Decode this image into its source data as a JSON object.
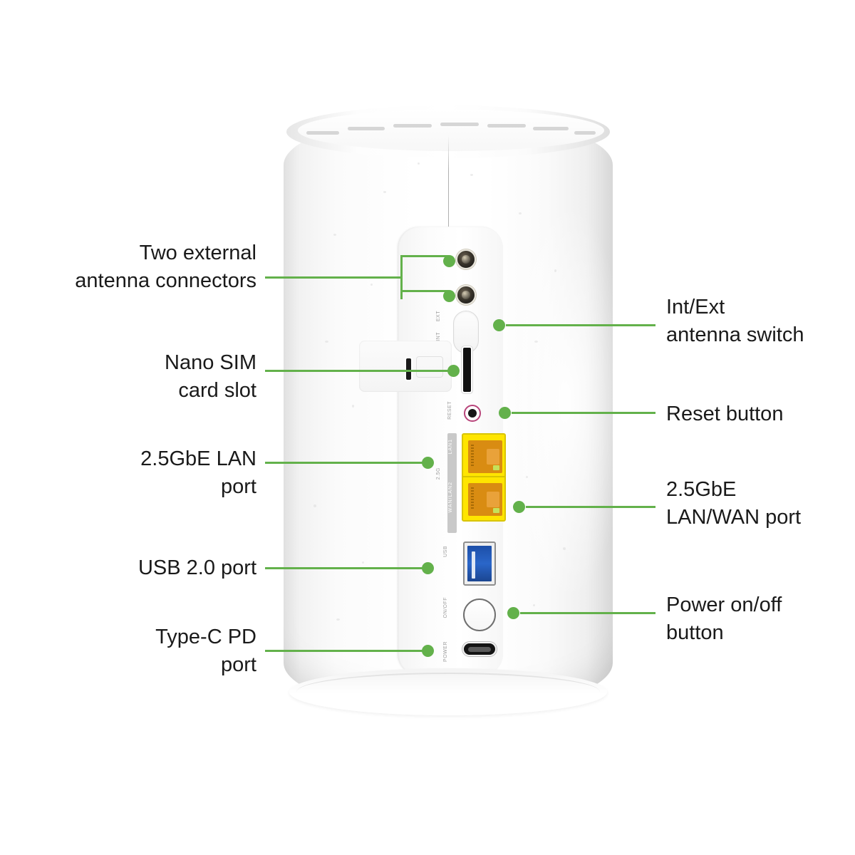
{
  "diagram": {
    "title": "5G router rear port callout diagram",
    "accent_color": "#63b14b",
    "background_color": "#ffffff",
    "text_color": "#1a1a1a"
  },
  "callouts": {
    "left": [
      {
        "id": "antenna-connectors",
        "text": "Two external\nantenna connectors"
      },
      {
        "id": "nano-sim",
        "text": "Nano SIM\ncard slot"
      },
      {
        "id": "lan-port",
        "text": "2.5GbE LAN\nport"
      },
      {
        "id": "usb-port",
        "text": "USB 2.0 port"
      },
      {
        "id": "typec-port",
        "text": "Type-C PD\nport"
      }
    ],
    "right": [
      {
        "id": "antenna-switch",
        "text": "Int/Ext\nantenna switch"
      },
      {
        "id": "reset-button",
        "text": "Reset button"
      },
      {
        "id": "lan-wan-port",
        "text": "2.5GbE\nLAN/WAN port"
      },
      {
        "id": "power-button",
        "text": "Power on/off\nbutton"
      }
    ]
  },
  "device": {
    "silkscreen": {
      "switch_ext": "EXT",
      "switch_int": "INT",
      "reset": "RESET",
      "lan1": "LAN1",
      "speed": "2.5G",
      "wan_lan2": "WAN/LAN2",
      "usb": "USB",
      "onoff": "ON/OFF",
      "power": "POWER"
    },
    "port_colors": {
      "ethernet": "#ffe500",
      "usb_a": "#2a66c9",
      "reset_ring": "#b8447a",
      "usb_c": "#141414"
    }
  }
}
